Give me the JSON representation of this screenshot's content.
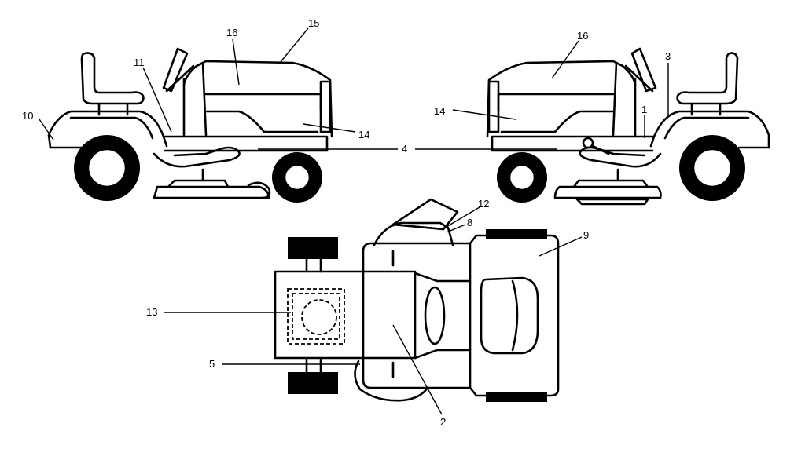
{
  "callouts": {
    "c1": "1",
    "c2": "2",
    "c3": "3",
    "c4": "4",
    "c5": "5",
    "c8": "8",
    "c9": "9",
    "c10": "10",
    "c11": "11",
    "c12": "12",
    "c13": "13",
    "c14_left": "14",
    "c14_right": "14",
    "c15": "15",
    "c16_left": "16",
    "c16_right": "16"
  }
}
